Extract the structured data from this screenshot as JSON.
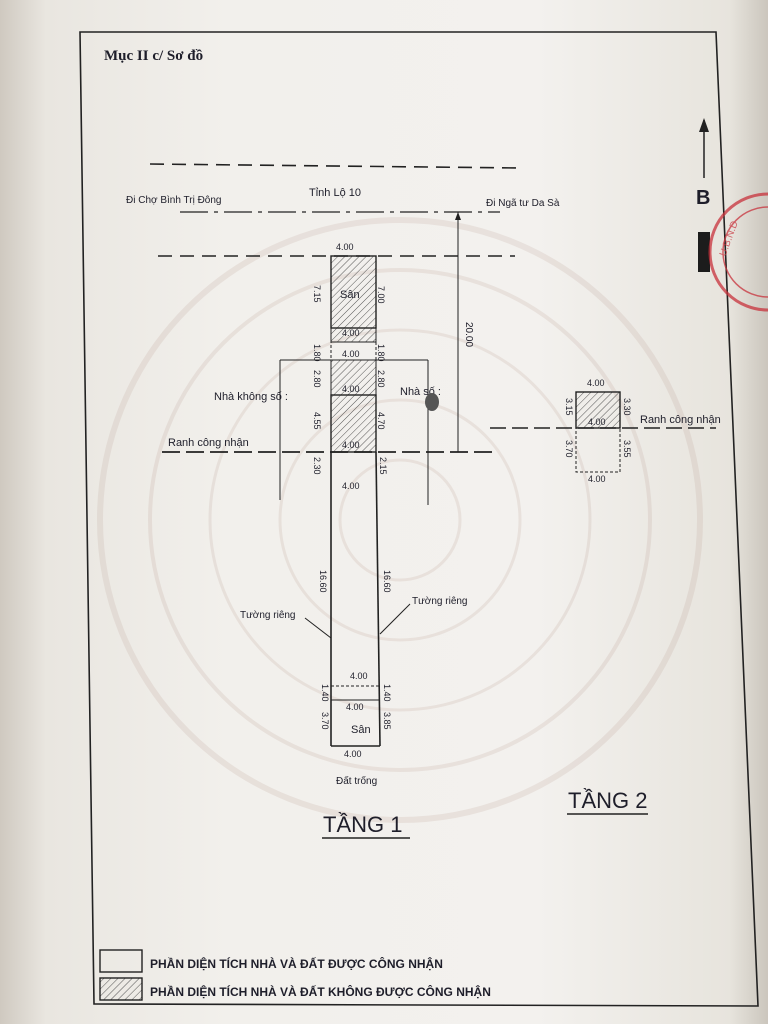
{
  "header": {
    "section_label": "Mục II c/ Sơ đồ"
  },
  "road": {
    "name": "Tỉnh Lộ 10",
    "left_direction": "Đi Chợ Bình Trị Đông",
    "right_direction": "Đi Ngã tư Da Sà",
    "setback": "20.00"
  },
  "compass": {
    "letter": "B"
  },
  "floor1": {
    "title": "TẦNG 1",
    "top_width": "4.00",
    "yard_front_label": "Sân",
    "left_dims": [
      "7.15",
      "1.80",
      "2.80",
      "4.55",
      "2.30",
      "16.60",
      "1.40",
      "3.70"
    ],
    "right_dims": [
      "7.00",
      "1.80",
      "2.80",
      "4.70",
      "2.15",
      "16.60",
      "1.40",
      "3.85"
    ],
    "inner_widths": [
      "4.00",
      "4.00",
      "4.00",
      "4.00",
      "4.00",
      "4.00",
      "4.00"
    ],
    "neighbor_left": "Nhà không số :",
    "neighbor_right": "Nhà số :",
    "recognized_boundary": "Ranh công nhận",
    "wall_left": "Tường riêng",
    "wall_right": "Tường riêng",
    "yard_back_label": "Sân",
    "bottom_width": "4.00",
    "empty_land": "Đất trống"
  },
  "floor2": {
    "title": "TẦNG 2",
    "top_width": "4.00",
    "left_dims": [
      "3.15",
      "3.70"
    ],
    "right_dims": [
      "3.30",
      "3.55"
    ],
    "mid_width": "4.00",
    "bottom_width": "4.00",
    "recognized_boundary": "Ranh công nhận"
  },
  "legend": {
    "recognized": "PHẦN DIỆN TÍCH NHÀ VÀ ĐẤT ĐƯỢC CÔNG NHẬN",
    "not_recognized": "PHẦN DIỆN TÍCH NHÀ VÀ ĐẤT KHÔNG ĐƯỢC CÔNG NHẬN"
  },
  "colors": {
    "ink": "#1e1e2a",
    "stamp": "#c8323c",
    "paper": "#f2f0ec"
  }
}
